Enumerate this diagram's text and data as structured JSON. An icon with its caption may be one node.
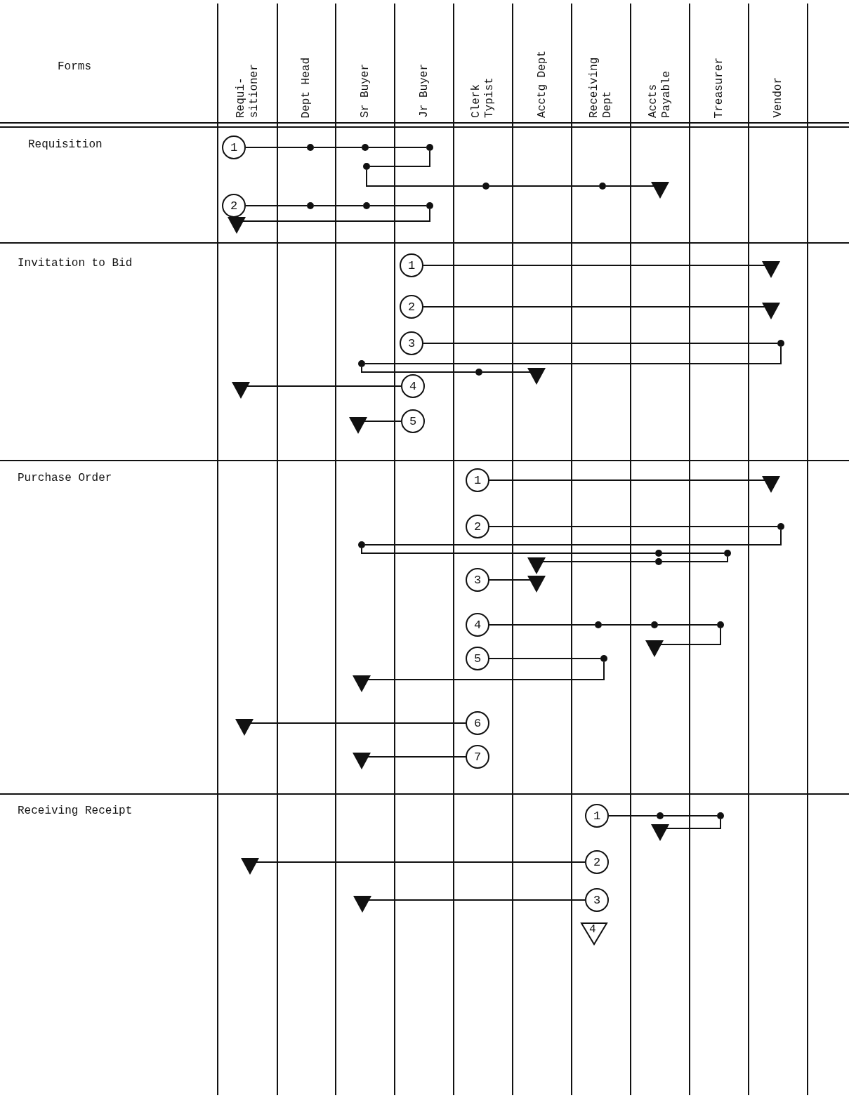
{
  "diagram": {
    "nodes": [
      {
        "text": [
          "1"
        ]
      },
      {
        "text": [],
        "shape": "dot"
      },
      {
        "text": [],
        "shape": "dot"
      },
      {
        "text": [],
        "shape": "dot"
      },
      {
        "text": [],
        "shape": "dot"
      },
      {
        "text": [],
        "shape": "dot"
      },
      {
        "text": [],
        "shape": "dot"
      },
      {
        "text": [],
        "shape": "triangle"
      },
      {
        "text": [
          "2"
        ]
      },
      {
        "text": [],
        "shape": "dot"
      },
      {
        "text": [],
        "shape": "dot"
      },
      {
        "text": [],
        "shape": "dot"
      },
      {
        "text": [],
        "shape": "triangle"
      },
      {
        "text": [
          "1"
        ]
      },
      {
        "text": [],
        "shape": "triangle"
      },
      {
        "text": [
          "2"
        ]
      },
      {
        "text": [],
        "shape": "triangle"
      },
      {
        "text": [
          "3"
        ]
      },
      {
        "text": [],
        "shape": "dot"
      },
      {
        "text": [],
        "shape": "dot"
      },
      {
        "text": [],
        "shape": "dot"
      },
      {
        "text": [],
        "shape": "triangle"
      },
      {
        "text": [
          "4"
        ]
      },
      {
        "text": [],
        "shape": "triangle"
      },
      {
        "text": [
          "5"
        ]
      },
      {
        "text": [],
        "shape": "triangle"
      },
      {
        "text": [
          "1"
        ]
      },
      {
        "text": [],
        "shape": "triangle"
      },
      {
        "text": [
          "2"
        ]
      },
      {
        "text": [],
        "shape": "dot"
      },
      {
        "text": [],
        "shape": "dot"
      },
      {
        "text": [],
        "shape": "dot"
      },
      {
        "text": [],
        "shape": "dot"
      },
      {
        "text": [],
        "shape": "dot"
      },
      {
        "text": [],
        "shape": "triangle"
      },
      {
        "text": [
          "3"
        ]
      },
      {
        "text": [],
        "shape": "triangle"
      },
      {
        "text": [
          "4"
        ]
      },
      {
        "text": [],
        "shape": "dot"
      },
      {
        "text": [],
        "shape": "dot"
      },
      {
        "text": [],
        "shape": "dot"
      },
      {
        "text": [],
        "shape": "triangle"
      },
      {
        "text": [
          "5"
        ]
      },
      {
        "text": [],
        "shape": "dot"
      },
      {
        "text": [],
        "shape": "triangle"
      },
      {
        "text": [
          "6"
        ]
      },
      {
        "text": [],
        "shape": "triangle"
      },
      {
        "text": [
          "7"
        ]
      },
      {
        "text": [],
        "shape": "triangle"
      },
      {
        "text": [
          "1"
        ]
      },
      {
        "text": [],
        "shape": "dot"
      },
      {
        "text": [],
        "shape": "dot"
      },
      {
        "text": [],
        "shape": "triangle"
      },
      {
        "text": [
          "2"
        ]
      },
      {
        "text": [],
        "shape": "triangle"
      },
      {
        "text": [
          "3"
        ]
      },
      {
        "text": [],
        "shape": "triangle"
      },
      {
        "text": [
          "4"
        ]
      }
    ],
    "edges": [
      {
        "from": 0,
        "to": 1,
        "arrow": "none"
      },
      {
        "from": 1,
        "to": 2,
        "arrow": "none"
      },
      {
        "from": 2,
        "to": 3,
        "arrow": "none"
      },
      {
        "from": 3,
        "to": 4,
        "arrow": "none"
      },
      {
        "from": 4,
        "to": 5,
        "arrow": "none"
      },
      {
        "from": 5,
        "to": 6,
        "arrow": "none"
      },
      {
        "from": 6,
        "to": 7,
        "arrow": "none"
      },
      {
        "from": 8,
        "to": 9,
        "arrow": "none"
      },
      {
        "from": 9,
        "to": 10,
        "arrow": "none"
      },
      {
        "from": 10,
        "to": 11,
        "arrow": "none"
      },
      {
        "from": 11,
        "to": 12,
        "arrow": "none"
      },
      {
        "from": 13,
        "to": 14,
        "arrow": "none"
      },
      {
        "from": 15,
        "to": 16,
        "arrow": "none"
      },
      {
        "from": 17,
        "to": 18,
        "arrow": "none"
      },
      {
        "from": 18,
        "to": 19,
        "arrow": "none"
      },
      {
        "from": 19,
        "to": 20,
        "arrow": "none"
      },
      {
        "from": 20,
        "to": 21,
        "arrow": "none"
      },
      {
        "from": 22,
        "to": 23,
        "arrow": "none"
      },
      {
        "from": 24,
        "to": 25,
        "arrow": "none"
      },
      {
        "from": 26,
        "to": 27,
        "arrow": "none"
      },
      {
        "from": 28,
        "to": 29,
        "arrow": "none"
      },
      {
        "from": 29,
        "to": 30,
        "arrow": "none"
      },
      {
        "from": 30,
        "to": 31,
        "arrow": "none"
      },
      {
        "from": 31,
        "to": 32,
        "arrow": "none"
      },
      {
        "from": 32,
        "to": 33,
        "arrow": "none"
      },
      {
        "from": 33,
        "to": 34,
        "arrow": "none"
      },
      {
        "from": 35,
        "to": 36,
        "arrow": "none"
      },
      {
        "from": 37,
        "to": 38,
        "arrow": "none"
      },
      {
        "from": 38,
        "to": 39,
        "arrow": "none"
      },
      {
        "from": 39,
        "to": 40,
        "arrow": "none"
      },
      {
        "from": 40,
        "to": 41,
        "arrow": "none"
      },
      {
        "from": 42,
        "to": 43,
        "arrow": "none"
      },
      {
        "from": 43,
        "to": 44,
        "arrow": "none"
      },
      {
        "from": 45,
        "to": 46,
        "arrow": "none"
      },
      {
        "from": 47,
        "to": 48,
        "arrow": "none"
      },
      {
        "from": 49,
        "to": 50,
        "arrow": "none"
      },
      {
        "from": 50,
        "to": 51,
        "arrow": "none"
      },
      {
        "from": 51,
        "to": 52,
        "arrow": "none"
      },
      {
        "from": 53,
        "to": 54,
        "arrow": "none"
      },
      {
        "from": 55,
        "to": 56,
        "arrow": "none"
      }
    ],
    "labels": [
      "Forms",
      "Requi- sitioner",
      "Dept Head",
      "Sr Buyer",
      "Jr Buyer",
      "Clerk Typist",
      "Acctg Dept",
      "Receiving Dept",
      "Accts Payable",
      "Treasurer",
      "Vendor",
      "Requisition",
      "Invitation to Bid",
      "Purchase Order",
      "Receiving Receipt"
    ]
  }
}
